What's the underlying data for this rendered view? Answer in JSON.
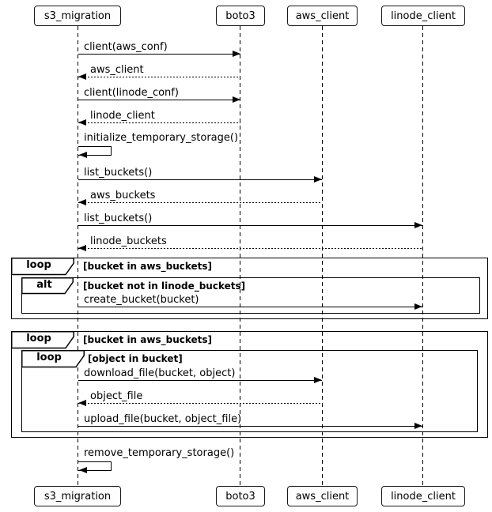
{
  "diagram": {
    "type": "sequence-diagram",
    "participants": [
      {
        "name": "s3_migration"
      },
      {
        "name": "boto3"
      },
      {
        "name": "aws_client"
      },
      {
        "name": "linode_client"
      }
    ],
    "messages": {
      "m1": "client(aws_conf)",
      "m2": "aws_client",
      "m3": "client(linode_conf)",
      "m4": "linode_client",
      "m5": "initialize_temporary_storage()",
      "m6": "list_buckets()",
      "m7": "aws_buckets",
      "m8": "list_buckets()",
      "m9": "linode_buckets",
      "m10": "create_bucket(bucket)",
      "m11": "download_file(bucket, object)",
      "m12": "object_file",
      "m13": "upload_file(bucket, object_file)",
      "m14": "remove_temporary_storage()"
    },
    "frames": {
      "loop1": {
        "label": "loop",
        "condition": "[bucket in aws_buckets]"
      },
      "alt1": {
        "label": "alt",
        "condition": "[bucket not in linode_buckets]"
      },
      "loop2": {
        "label": "loop",
        "condition": "[bucket in aws_buckets]"
      },
      "loop3": {
        "label": "loop",
        "condition": "[object in bucket]"
      }
    },
    "colors": {
      "line": "#000000",
      "background": "#ffffff",
      "box_fill": "#fefefe"
    }
  }
}
